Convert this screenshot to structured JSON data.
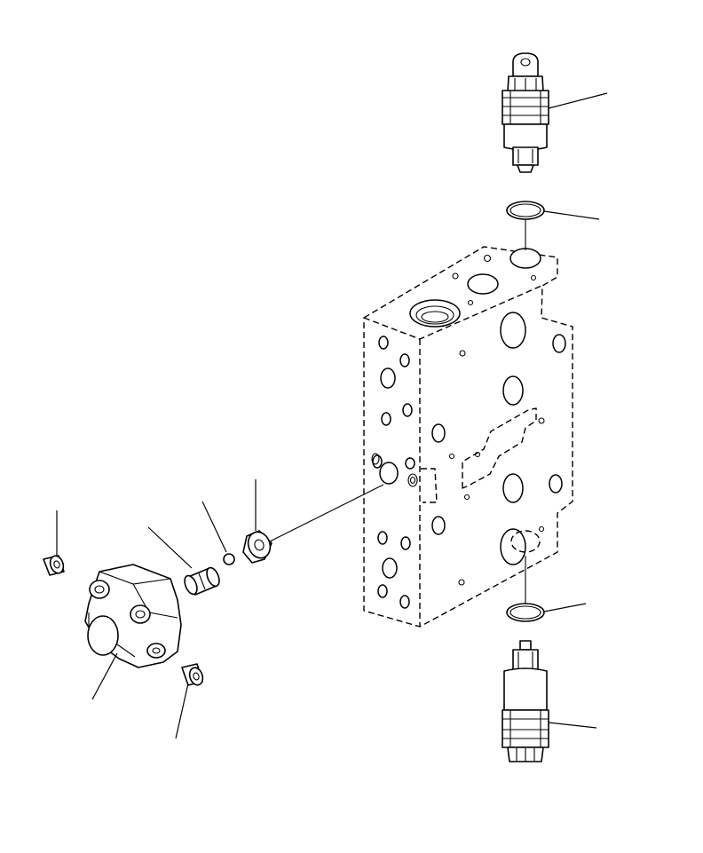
{
  "diagram": {
    "type": "exploded-parts-view",
    "line_color": "#000000",
    "background": "#ffffff",
    "callout_labels_printed": false,
    "parts": [
      {
        "id": "valve-body",
        "name": "valve-body"
      },
      {
        "id": "relief-valve-top",
        "name": "relief-valve-top"
      },
      {
        "id": "o-ring-top",
        "name": "o-ring-top"
      },
      {
        "id": "o-ring-bottom",
        "name": "o-ring-bottom"
      },
      {
        "id": "relief-valve-bottom",
        "name": "relief-valve-bottom"
      },
      {
        "id": "cover-block",
        "name": "cover-block"
      },
      {
        "id": "plug-upper",
        "name": "plug-upper"
      },
      {
        "id": "plug-lower",
        "name": "plug-lower"
      },
      {
        "id": "spool-sleeve",
        "name": "spool-sleeve"
      },
      {
        "id": "ball",
        "name": "ball"
      },
      {
        "id": "seat-collar",
        "name": "seat-collar"
      }
    ]
  }
}
